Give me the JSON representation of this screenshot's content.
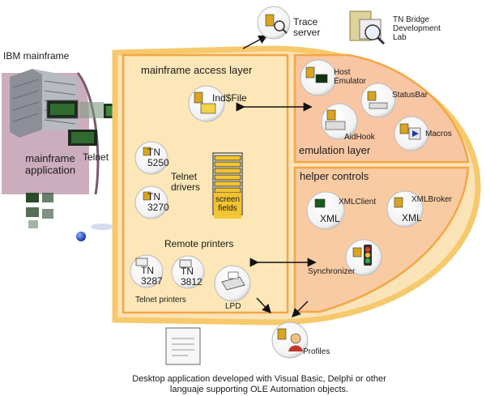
{
  "nodes": {
    "ibm_mainframe": "IBM mainframe",
    "mainframe_application": "mainframe\napplication",
    "telnet": "Telnet",
    "trace_server": "Trace\nserver",
    "tn_bridge_lab": "TN Bridge\nDevelopment\nLab",
    "mainframe_access_layer": "mainframe access layer",
    "ind_file": "Ind$File",
    "tn5250": "TN\n5250",
    "tn3270": "TN\n3270",
    "telnet_drivers": "Telnet\ndrivers",
    "screen_fields": "screen\nfields",
    "remote_printers": "Remote printers",
    "tn3287": "TN\n3287",
    "tn3812": "TN\n3812",
    "lpd": "LPD",
    "telnet_printers": "Telnet printers",
    "host_emulator": "Host\nEmulator",
    "statusbar": "StatusBar",
    "aidhook": "AidHook",
    "macros": "Macros",
    "emulation_layer": "emulation layer",
    "helper_controls": "helper controls",
    "xmlclient": "XMLClient",
    "xmlbroker": "XMLBroker",
    "xml1": "XML",
    "xml2": "XML",
    "synchronizer": "Synchronizer",
    "profiles": "Profiles"
  },
  "caption": "Desktop application developed with Visual Basic, Delphi or other languaje supporting OLE Automation objects.",
  "colors": {
    "outer_fill": "#fbe3b8",
    "outer_stroke": "#f6c96c",
    "access_fill": "#fde7b8",
    "emulation_fill": "#f9c6a4",
    "helper_fill": "#f9cba3",
    "layer_stroke": "#f3a645",
    "mainframe_panel": "#c9a9bb",
    "screen_fields": "#f4c430"
  }
}
